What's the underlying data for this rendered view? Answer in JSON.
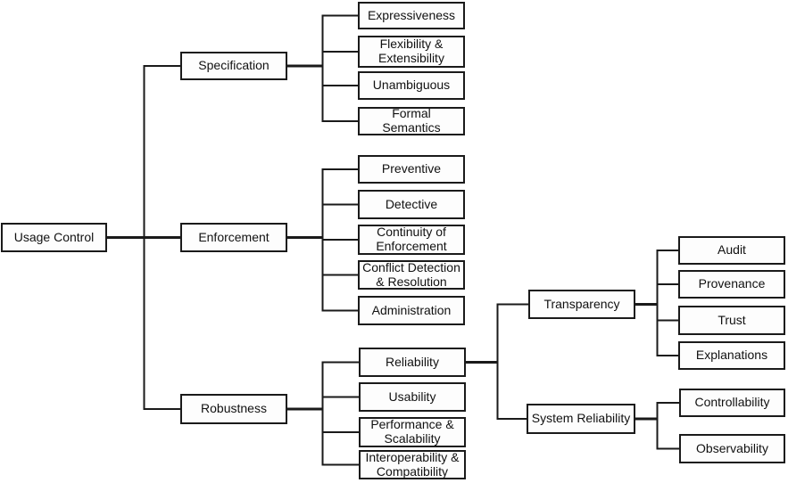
{
  "figure": {
    "type": "hierarchy-tree",
    "colors": {
      "background": "#ffffff",
      "box_fill": "#fdfdfd",
      "box_border": "#1a1a1a",
      "line": "#1a1a1a",
      "text": "#111111"
    },
    "tree": {
      "label": "Usage Control",
      "children": [
        {
          "label": "Specification",
          "children": [
            {
              "label": "Expressiveness"
            },
            {
              "label": "Flexibility & Extensibility"
            },
            {
              "label": "Unambiguous"
            },
            {
              "label": "Formal Semantics"
            }
          ]
        },
        {
          "label": "Enforcement",
          "children": [
            {
              "label": "Preventive"
            },
            {
              "label": "Detective"
            },
            {
              "label": "Continuity of Enforcement"
            },
            {
              "label": "Conflict Detection & Resolution"
            },
            {
              "label": "Administration"
            }
          ]
        },
        {
          "label": "Robustness",
          "children": [
            {
              "label": "Reliability",
              "children": [
                {
                  "label": "Transparency",
                  "children": [
                    {
                      "label": "Audit"
                    },
                    {
                      "label": "Provenance"
                    },
                    {
                      "label": "Trust"
                    },
                    {
                      "label": "Explanations"
                    }
                  ]
                },
                {
                  "label": "System Reliability",
                  "children": [
                    {
                      "label": "Controllability"
                    },
                    {
                      "label": "Observability"
                    }
                  ]
                }
              ]
            },
            {
              "label": "Usability"
            },
            {
              "label": "Performance & Scalability"
            },
            {
              "label": "Interoperability & Compatibility"
            }
          ]
        }
      ]
    }
  }
}
